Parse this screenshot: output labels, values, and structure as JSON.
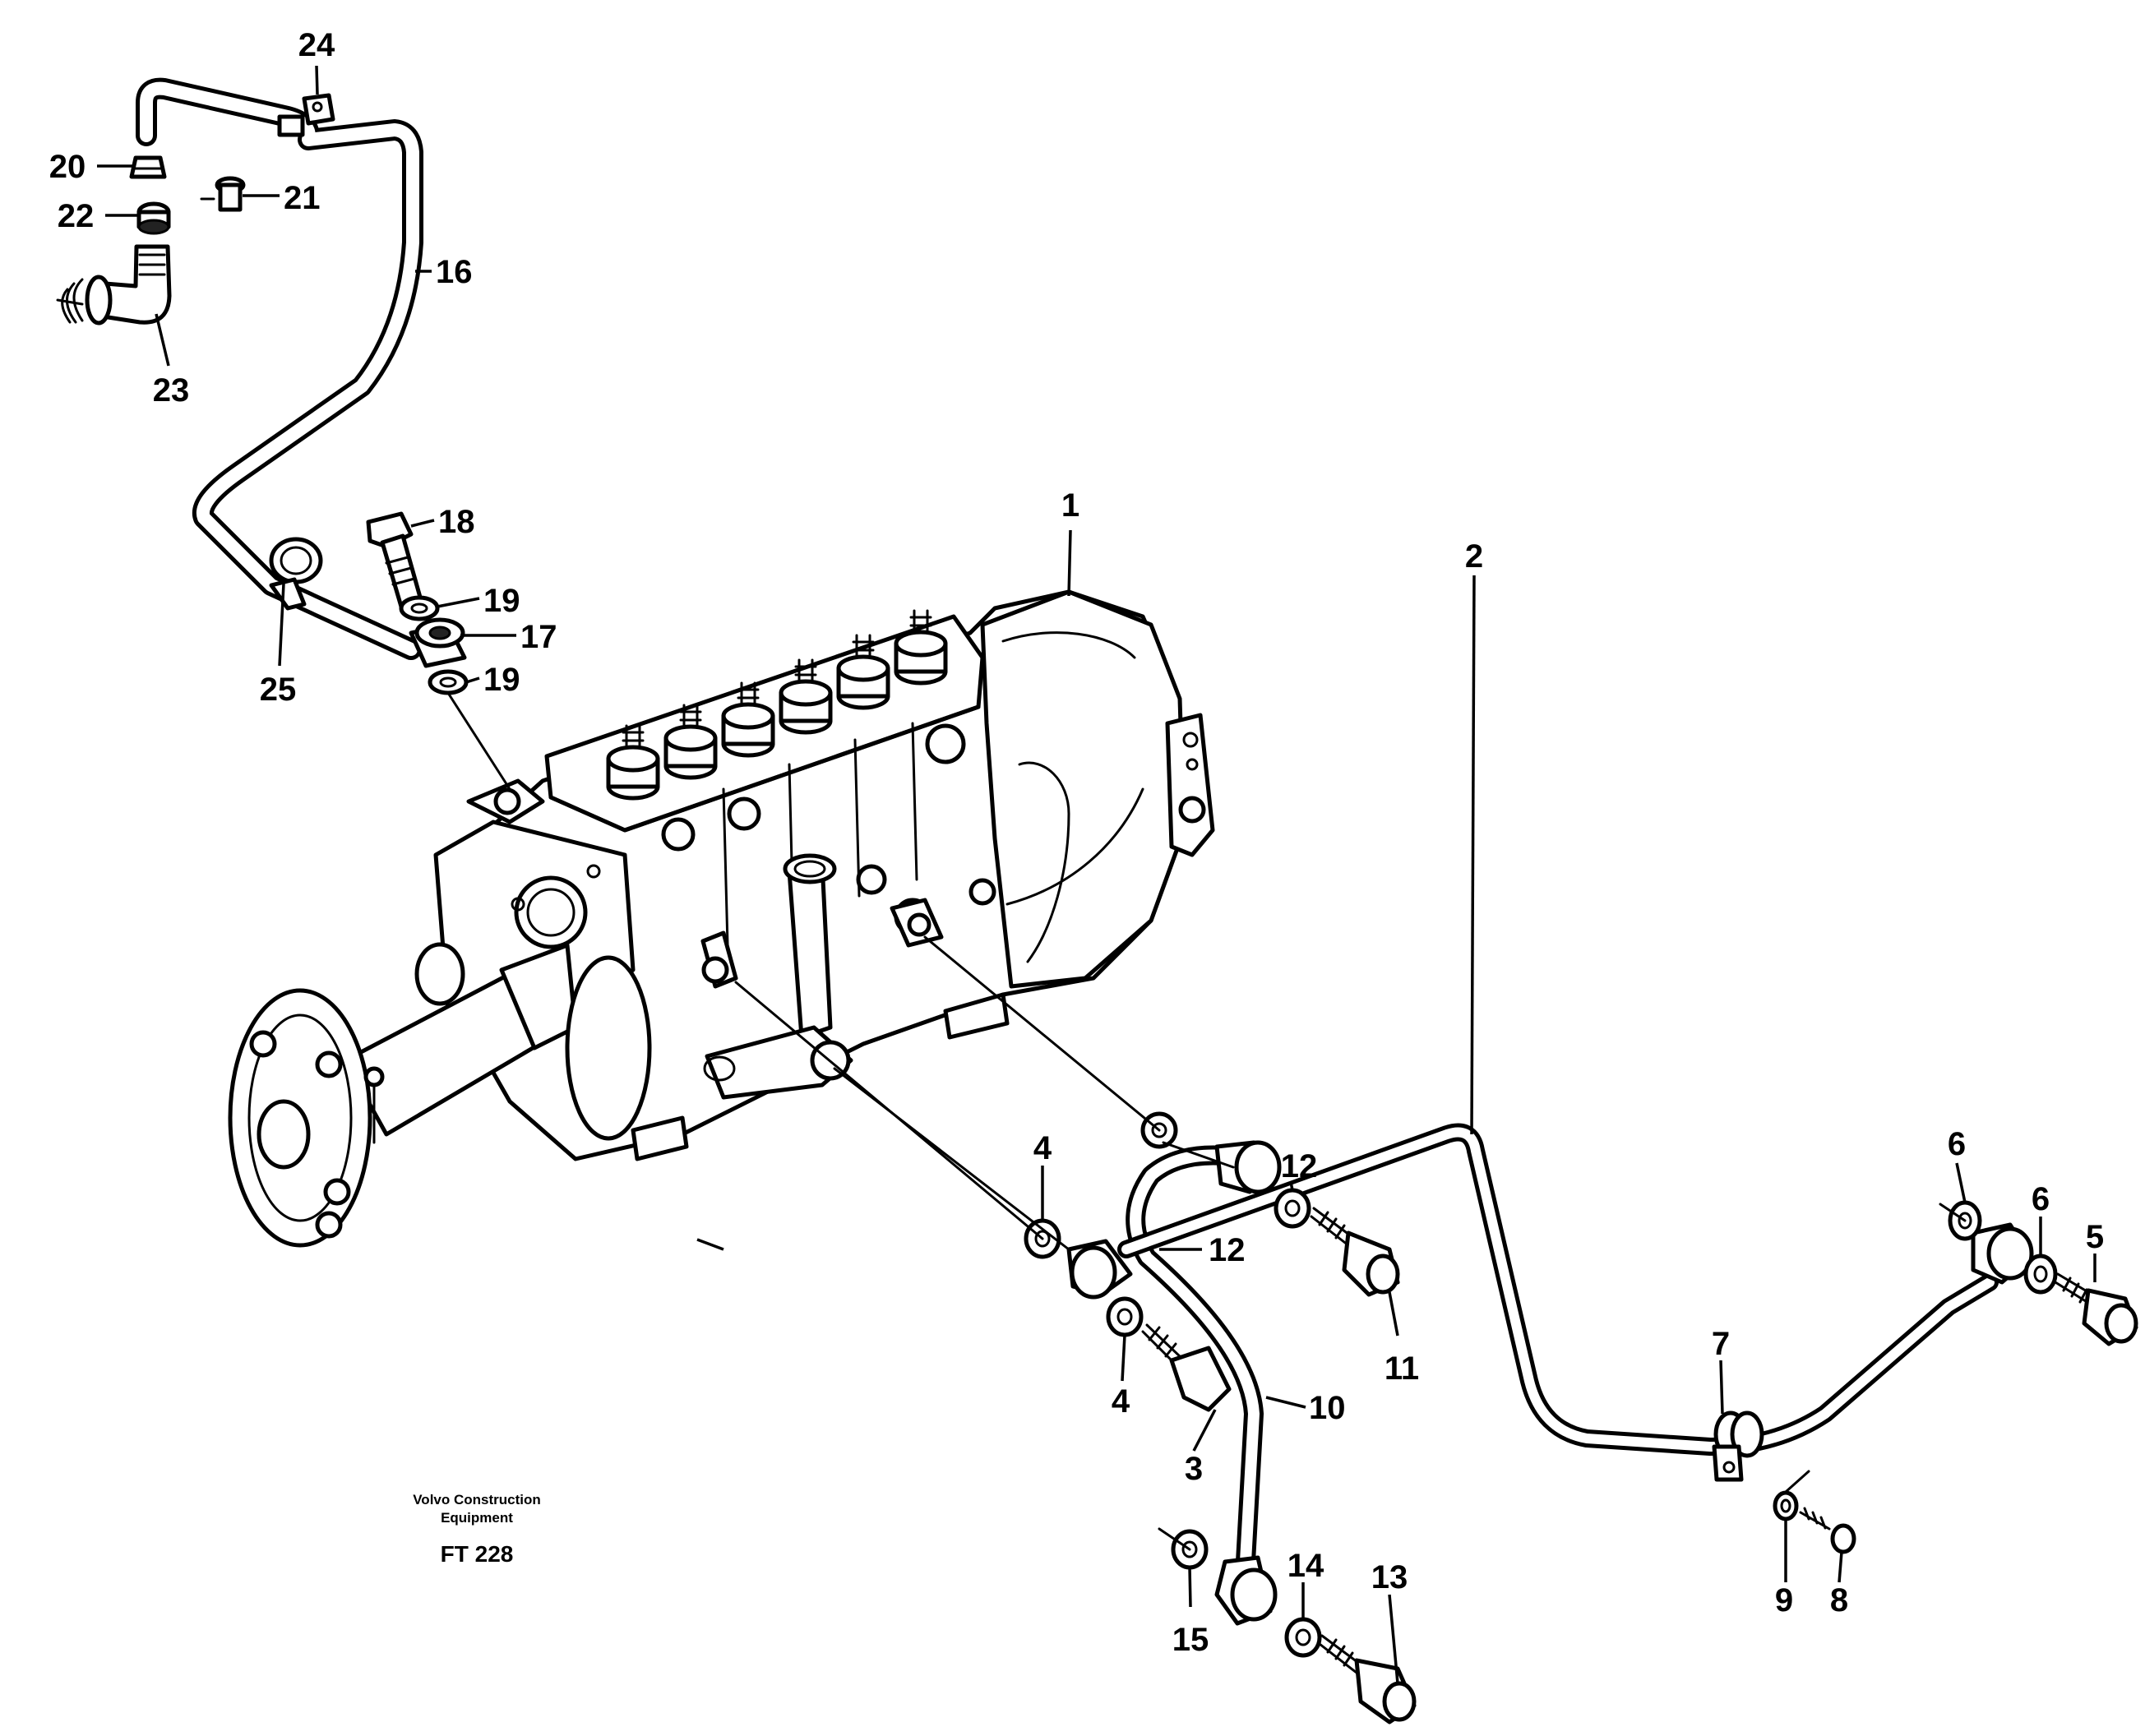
{
  "drawing": {
    "callouts": [
      "1",
      "2",
      "3",
      "4",
      "4",
      "5",
      "6",
      "6",
      "7",
      "8",
      "9",
      "10",
      "11",
      "12",
      "12",
      "13",
      "14",
      "15",
      "16",
      "17",
      "18",
      "19",
      "19",
      "20",
      "21",
      "22",
      "23",
      "24",
      "25"
    ]
  },
  "caption": {
    "company_line1": "Volvo Construction",
    "company_line2": "Equipment",
    "figure_id": "FT 228"
  }
}
